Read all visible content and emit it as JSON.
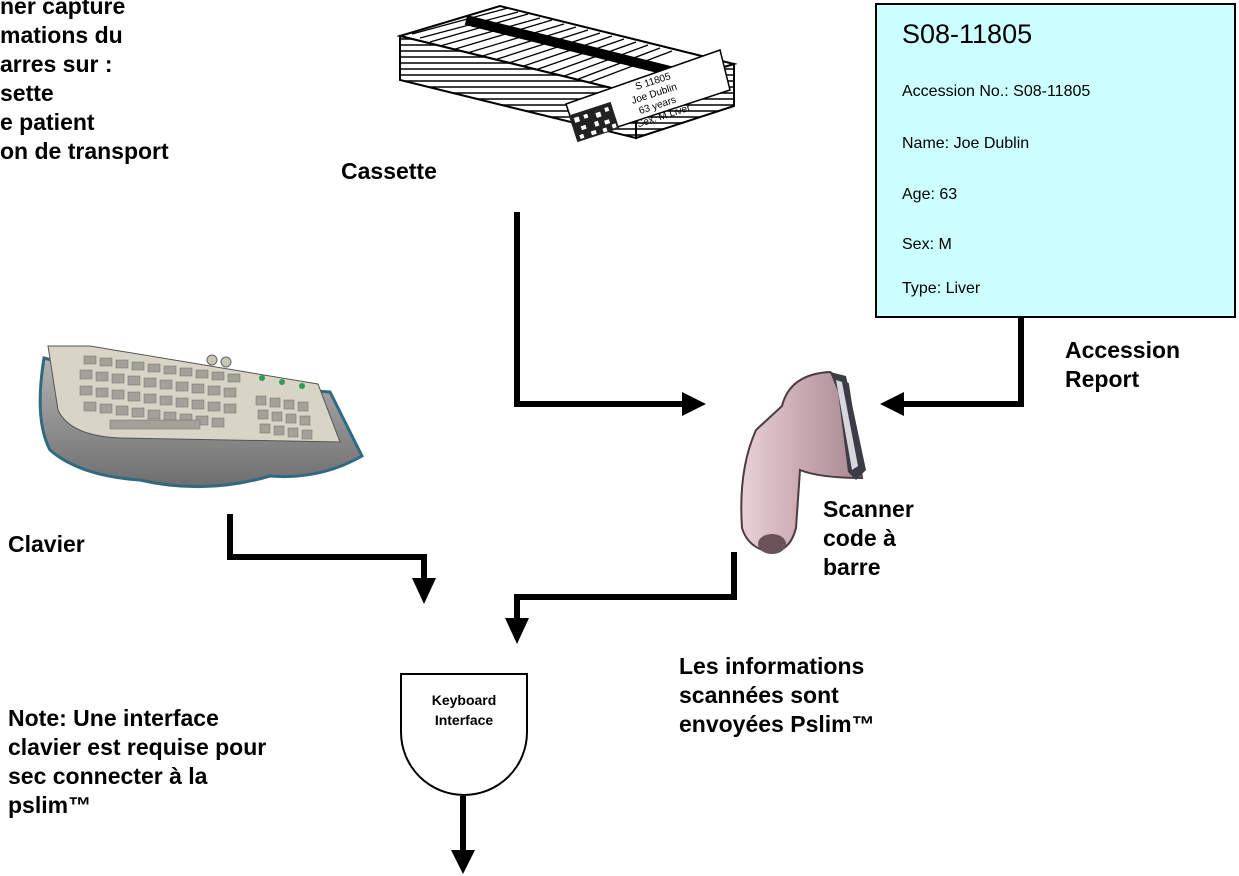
{
  "intro_lines": [
    "ner capture",
    "mations du",
    "arres sur :",
    "sette",
    "e patient",
    "on de transport"
  ],
  "cassette": {
    "label": "Cassette",
    "card_lines": [
      "S 11805",
      "Joe Dublin",
      "63 years",
      "Sex: M   Liver"
    ]
  },
  "report": {
    "id": "S08-11805",
    "lines": [
      "Accession No.: S08-11805",
      "Name: Joe Dublin",
      "Age: 63",
      "Sex: M",
      "Type: Liver"
    ]
  },
  "accession_label": [
    "Accession",
    "Report"
  ],
  "scanner_label": [
    "Scanner",
    "code à",
    "barre"
  ],
  "keyboard_label": "Clavier",
  "interface_label": [
    "Keyboard",
    "Interface"
  ],
  "info_text": [
    "Les  informations",
    "scannées sont",
    "envoyées Pslim™"
  ],
  "note_text": [
    "Note: Une interface",
    "clavier est requise pour",
    "sec connecter à la",
    "pslim™"
  ]
}
